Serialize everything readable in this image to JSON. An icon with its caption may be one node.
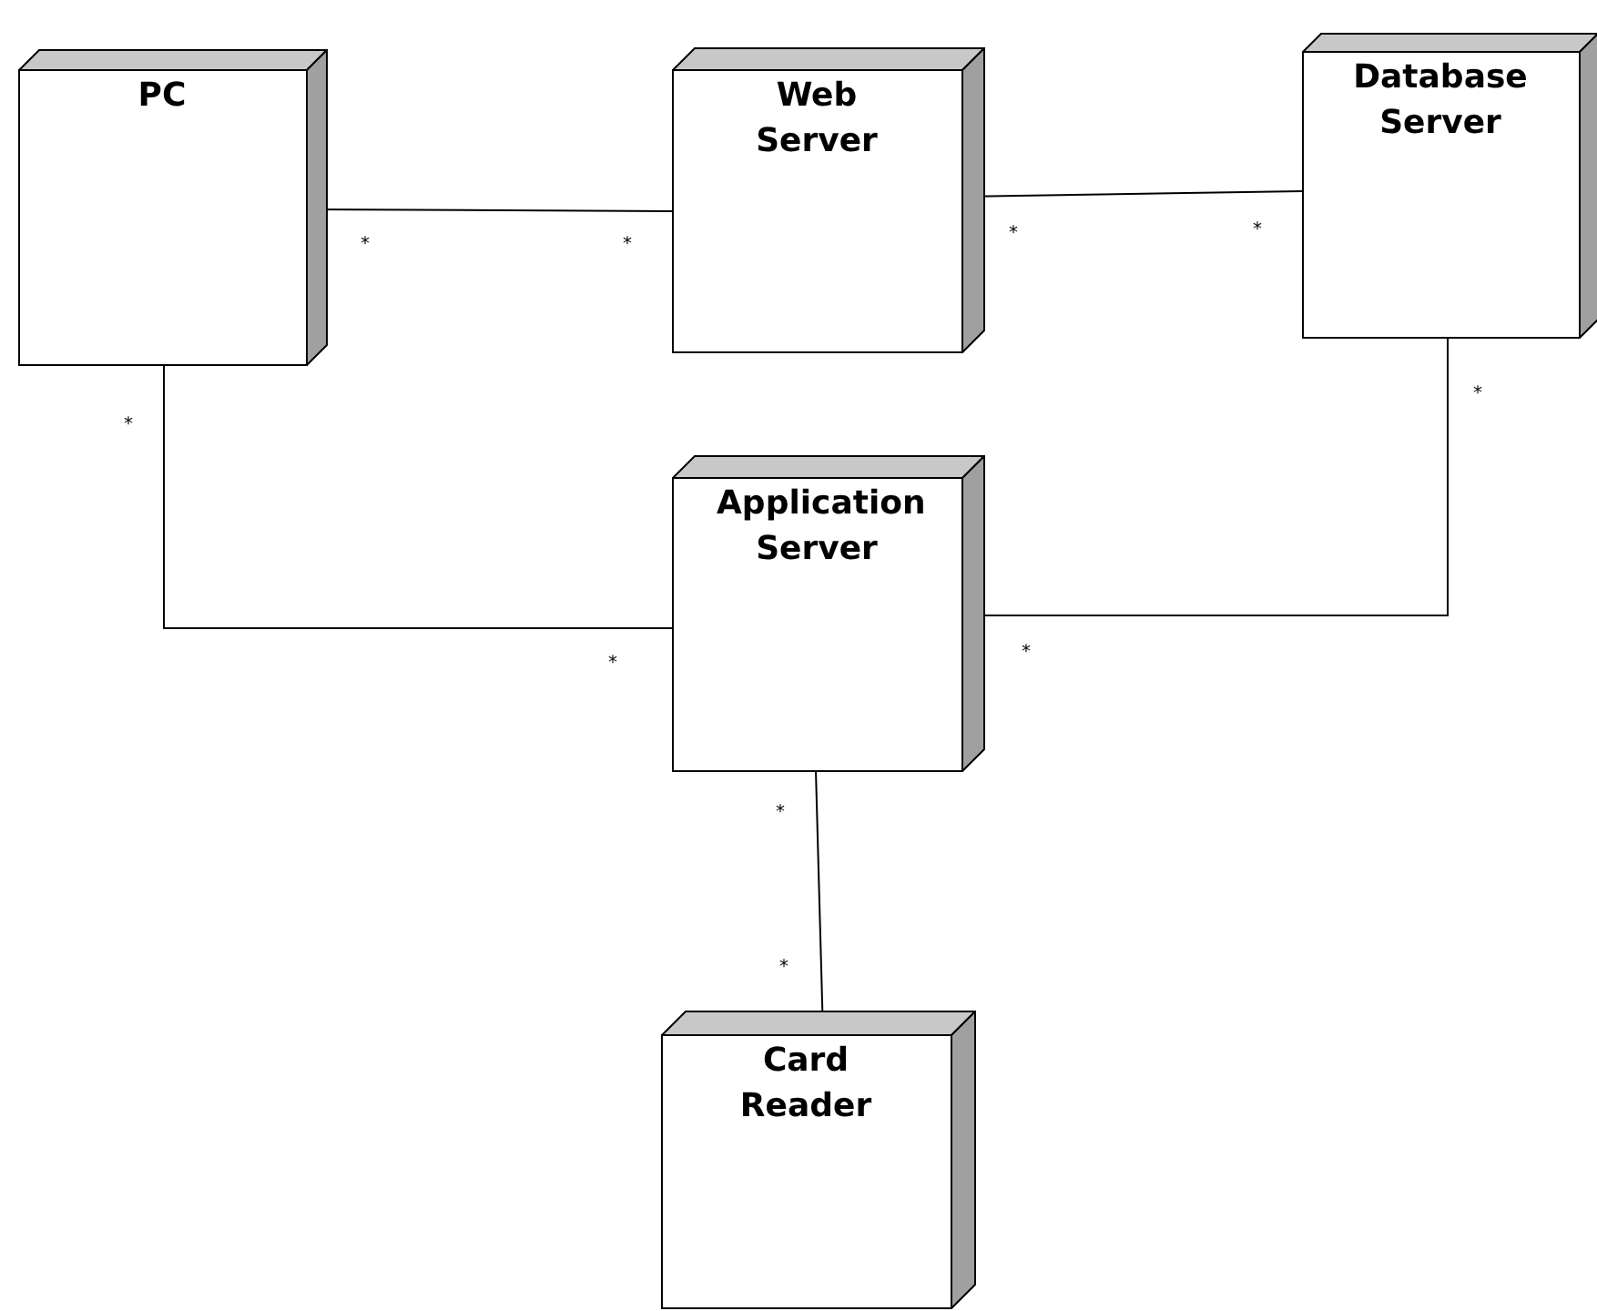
{
  "diagram": {
    "nodes": [
      {
        "text": [
          "PC"
        ]
      },
      {
        "text": [
          "Web Server"
        ]
      },
      {
        "text": [
          "Database Server"
        ]
      },
      {
        "text": [
          "Application Server"
        ]
      },
      {
        "text": [
          "Card Reader"
        ]
      }
    ],
    "edges": [
      {
        "from": 0,
        "to": 1,
        "arrow": "none"
      },
      {
        "from": 1,
        "to": 2,
        "arrow": "none"
      },
      {
        "from": 0,
        "to": 3,
        "arrow": "none"
      },
      {
        "from": 2,
        "to": 3,
        "arrow": "none"
      },
      {
        "from": 3,
        "to": 4,
        "arrow": "none"
      }
    ],
    "labels": [
      "*",
      "*",
      "*",
      "*",
      "*",
      "*",
      "*",
      "*",
      "*",
      "*"
    ]
  }
}
